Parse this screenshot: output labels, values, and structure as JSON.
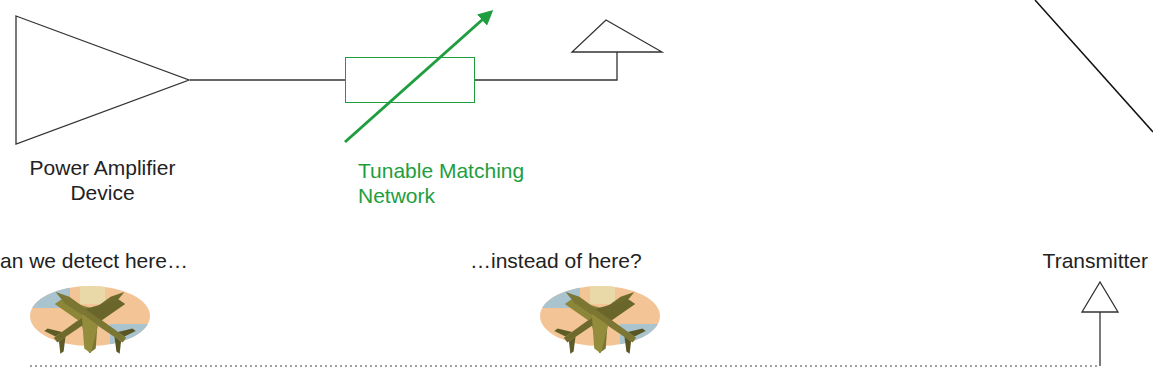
{
  "diagram": {
    "nodes": [
      {
        "text": [
          "Power Amplifier Device"
        ]
      },
      {
        "text": [
          "Tunable Matching Network"
        ]
      }
    ],
    "edges": [
      {
        "from": 0,
        "to": 1,
        "arrow": "none"
      }
    ],
    "labels": [
      "an we detect here…",
      "…instead of here?",
      "Transmitter"
    ]
  }
}
